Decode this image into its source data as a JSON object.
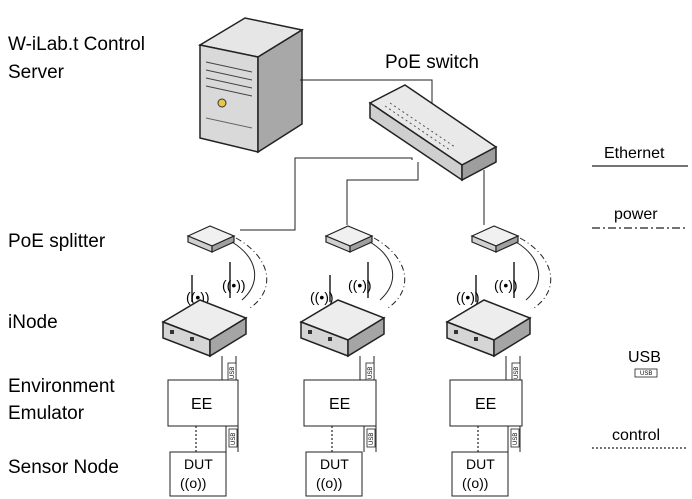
{
  "labels": {
    "server": [
      "W-iLab.t Control",
      "Server"
    ],
    "switch": "PoE switch",
    "splitter": "PoE splitter",
    "inode": "iNode",
    "emulator": [
      "Environment",
      "Emulator"
    ],
    "sensor": "Sensor Node"
  },
  "legend": {
    "ethernet": "Ethernet",
    "power": "power",
    "usb": "USB",
    "usb_tag": "USB",
    "control": "control"
  },
  "node": {
    "ee_label": "EE",
    "dut_label": "DUT",
    "dut_icon": "((o))",
    "usb_tag": "USB"
  }
}
